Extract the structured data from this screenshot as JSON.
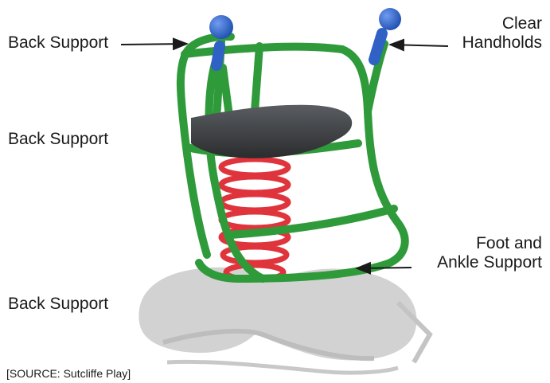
{
  "labels": {
    "back_support_top": "Back Support",
    "back_support_middle": "Back Support",
    "back_support_bottom": "Back Support",
    "clear_handholds_line1": "Clear",
    "clear_handholds_line2": "Handholds",
    "foot_ankle_line1": "Foot and",
    "foot_ankle_line2": "Ankle Support"
  },
  "source": "[SOURCE: Sutcliffe Play]",
  "colors": {
    "frame": "#2f9a3a",
    "handle": "#2f62c4",
    "seat": "#3a3d40",
    "spring": "#e0343c",
    "shadow": "#cfcfcf",
    "arrow": "#1a1a1a"
  }
}
